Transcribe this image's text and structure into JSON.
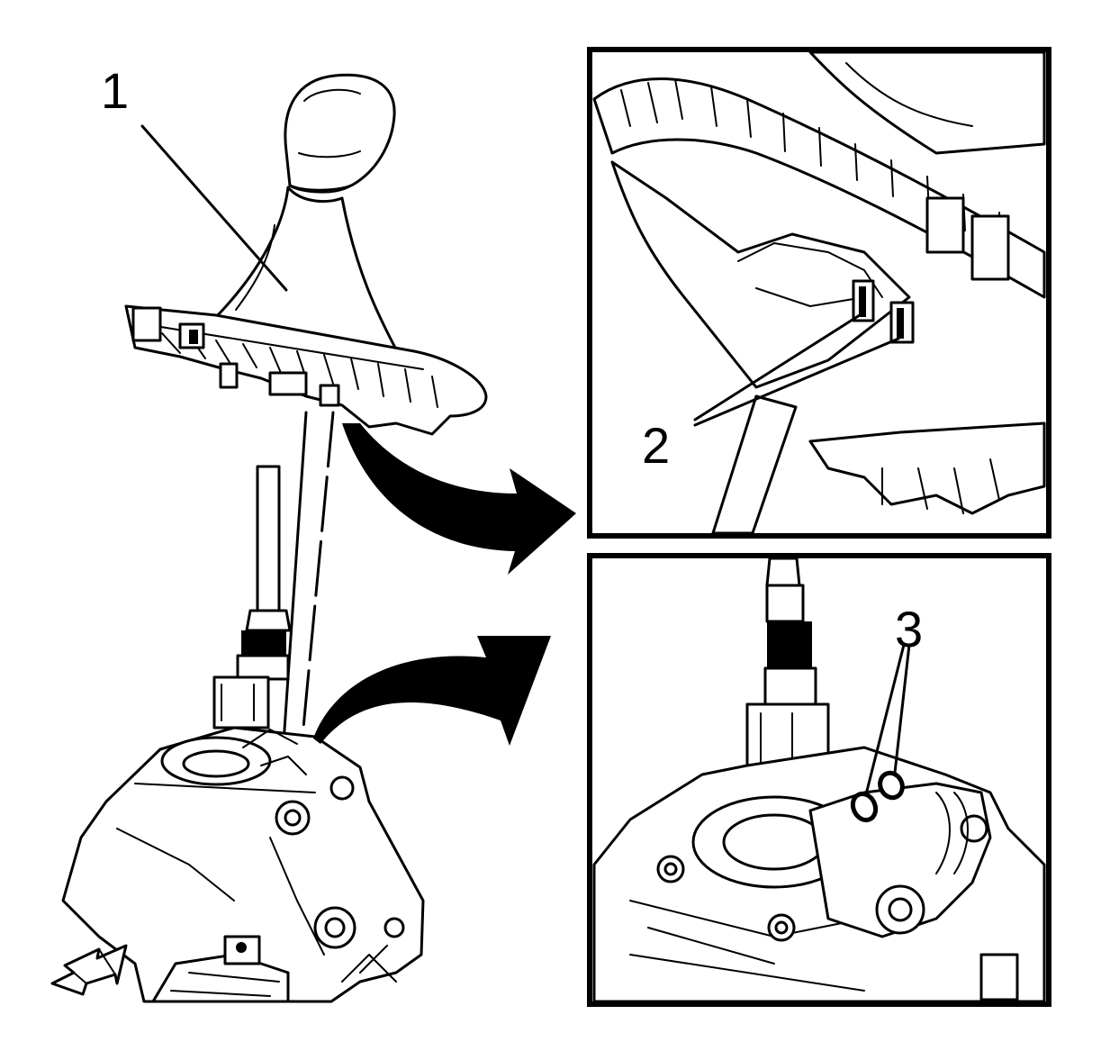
{
  "callouts": {
    "c1": "1",
    "c2": "2",
    "c3": "3"
  },
  "colors": {
    "ink": "#000000",
    "paper": "#ffffff"
  },
  "icons": {
    "front_direction": "arrow-front-icon"
  }
}
